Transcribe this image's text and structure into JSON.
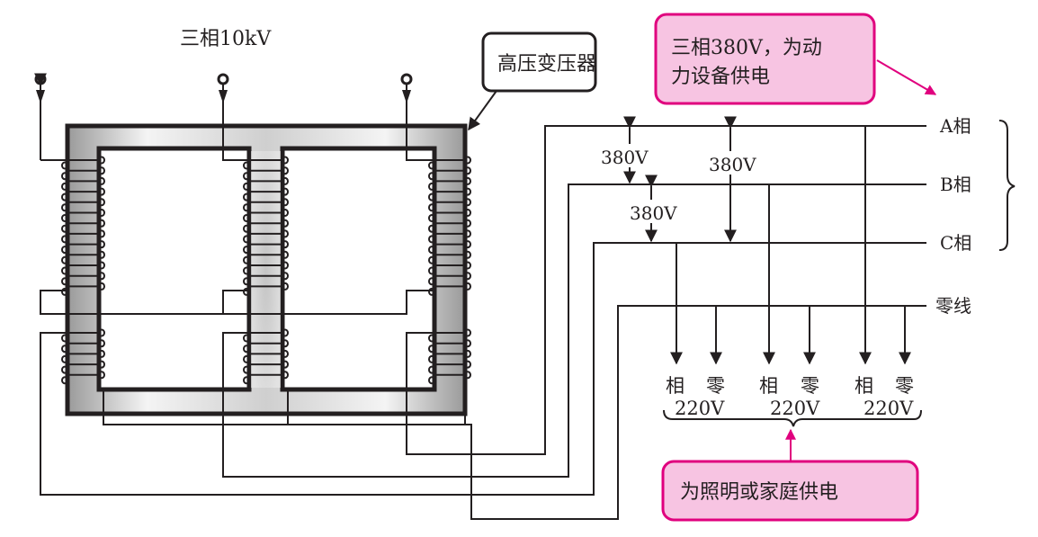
{
  "title_input": "三相10kV",
  "transformer_label": "高压变压器",
  "callout_power": {
    "line1": "三相380V，为动",
    "line2": "力设备供电"
  },
  "callout_lighting": "为照明或家庭供电",
  "phases": [
    {
      "name": "A相"
    },
    {
      "name": "B相"
    },
    {
      "name": "C相"
    }
  ],
  "neutral_label": "零线",
  "line_voltages": [
    "380V",
    "380V",
    "380V"
  ],
  "taps": [
    {
      "phase_label": "相",
      "neutral_label": "零",
      "voltage": "220V"
    },
    {
      "phase_label": "相",
      "neutral_label": "零",
      "voltage": "220V"
    },
    {
      "phase_label": "相",
      "neutral_label": "零",
      "voltage": "220V"
    }
  ],
  "colors": {
    "accent": "#e0007e",
    "callout_fill": "#f7c4e2",
    "line": "#231f20",
    "core_gray": "#b8b8b8"
  }
}
